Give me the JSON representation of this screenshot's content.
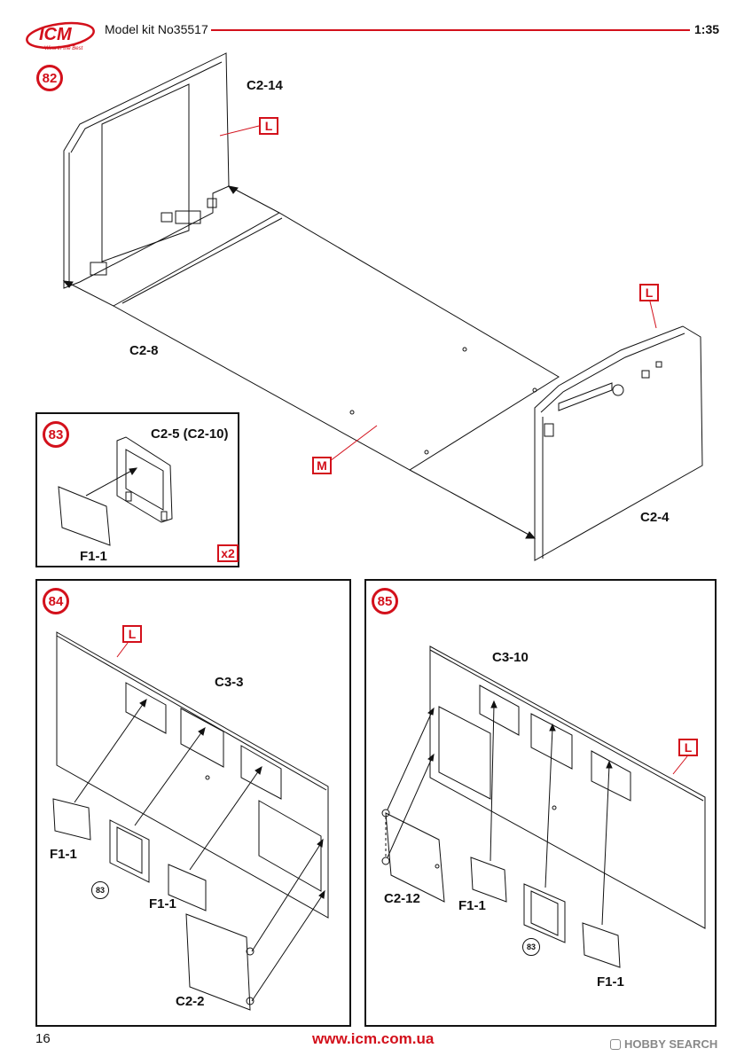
{
  "header": {
    "logo_text": "ICM",
    "logo_tagline": "Wins in the Best",
    "kit_label": "Model kit No35517",
    "scale": "1:35"
  },
  "footer": {
    "page_number": "16",
    "website": "www.icm.com.ua",
    "watermark": "HOBBY SEARCH"
  },
  "steps": {
    "s82": {
      "number": "82",
      "parts": {
        "top_panel": "C2-14",
        "floor": "C2-8",
        "front_panel": "C2-4"
      },
      "marks": {
        "left_top": "L",
        "left_right": "L",
        "middle": "M"
      }
    },
    "s83": {
      "number": "83",
      "parts": {
        "frame": "C2-5 (C2-10)",
        "glass": "F1-1"
      },
      "multiplier": "x2"
    },
    "s84": {
      "number": "84",
      "parts": {
        "wall": "C3-3",
        "glass1": "F1-1",
        "glass2": "F1-1",
        "door": "C2-2"
      },
      "ref_step": "83",
      "mark": "L"
    },
    "s85": {
      "number": "85",
      "parts": {
        "wall": "C3-10",
        "door": "C2-12",
        "glass1": "F1-1",
        "glass2": "F1-1"
      },
      "ref_step": "83",
      "mark": "L"
    }
  },
  "colors": {
    "accent": "#d3101b",
    "line": "#111111"
  }
}
